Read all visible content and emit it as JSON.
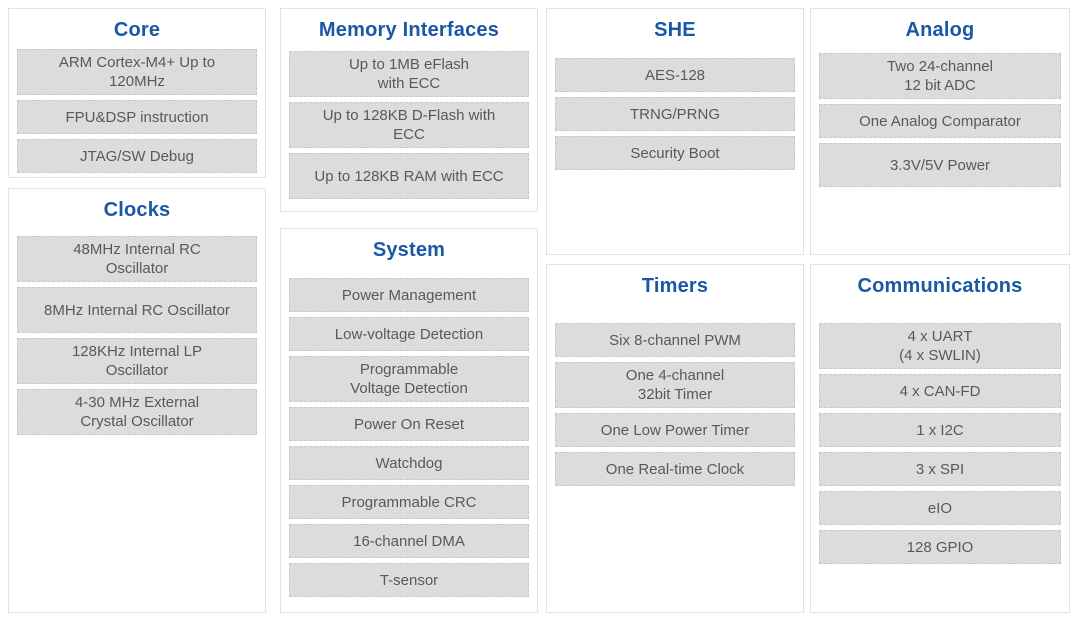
{
  "colors": {
    "title_blue": "#1a57a5",
    "box_fill": "#dcdcdc",
    "box_text": "#595959",
    "panel_border": "#e2e2e2"
  },
  "panels": [
    {
      "title": "Core",
      "items": [
        "ARM Cortex-M4+ Up to\n120MHz",
        "FPU&DSP instruction",
        "JTAG/SW Debug"
      ]
    },
    {
      "title": "Clocks",
      "items": [
        "48MHz Internal RC\nOscillator",
        "8MHz Internal RC Oscillator",
        "128KHz Internal LP\nOscillator",
        "4-30 MHz External\nCrystal Oscillator"
      ]
    },
    {
      "title": "Memory Interfaces",
      "items": [
        "Up to 1MB eFlash\nwith ECC",
        "Up to 128KB D-Flash with\nECC",
        "Up to 128KB RAM with ECC"
      ]
    },
    {
      "title": "System",
      "items": [
        "Power Management",
        "Low-voltage Detection",
        "Programmable\nVoltage Detection",
        "Power On Reset",
        "Watchdog",
        "Programmable CRC",
        "16-channel DMA",
        "T-sensor"
      ]
    },
    {
      "title": "SHE",
      "items": [
        "AES-128",
        "TRNG/PRNG",
        "Security Boot"
      ]
    },
    {
      "title": "Timers",
      "items": [
        "Six 8-channel PWM",
        "One 4-channel\n32bit Timer",
        "One Low Power Timer",
        "One Real-time Clock"
      ]
    },
    {
      "title": "Analog",
      "items": [
        "Two 24-channel\n12 bit ADC",
        "One Analog Comparator",
        "3.3V/5V Power"
      ]
    },
    {
      "title": "Communications",
      "items": [
        "4 x UART\n(4 x SWLIN)",
        "4 x CAN-FD",
        "1 x I2C",
        "3 x SPI",
        "eIO",
        "128 GPIO"
      ]
    }
  ]
}
